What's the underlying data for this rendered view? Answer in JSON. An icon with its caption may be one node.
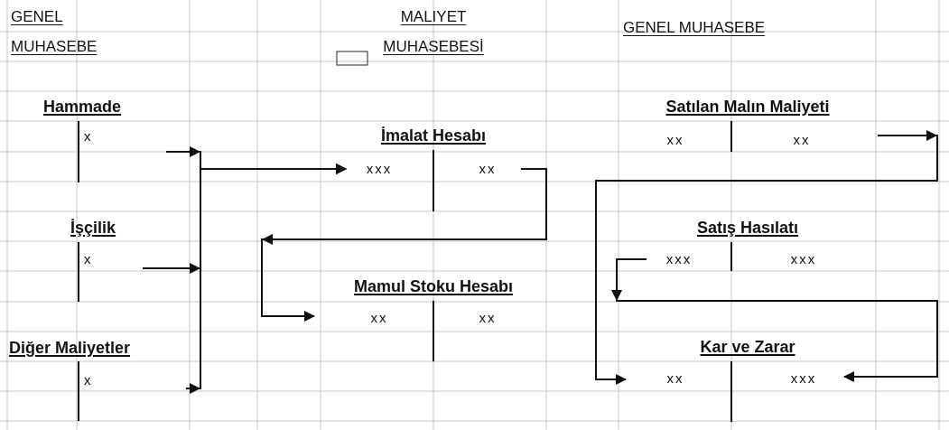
{
  "diagram": {
    "nodes": [
      {
        "text": [
          "Hammade",
          "x"
        ]
      },
      {
        "text": [
          "İşçilik",
          "x"
        ]
      },
      {
        "text": [
          "Diğer Maliyetler",
          "x"
        ]
      },
      {
        "text": [
          "İmalat Hesabı",
          "xxx",
          "xx"
        ]
      },
      {
        "text": [
          "Mamul Stoku Hesabı",
          "xx",
          "xx"
        ]
      },
      {
        "text": [
          "Satılan Malın Maliyeti",
          "xx",
          "xx"
        ]
      },
      {
        "text": [
          "Satış Hasılatı",
          "xxx",
          "xxx"
        ]
      },
      {
        "text": [
          "Kar ve Zarar",
          "xx",
          "xxx"
        ]
      }
    ],
    "edges": [
      {
        "from": 0,
        "to": 3,
        "arrow": "to"
      },
      {
        "from": 1,
        "to": 3,
        "arrow": "to"
      },
      {
        "from": 2,
        "to": 3,
        "arrow": "to"
      },
      {
        "from": 3,
        "to": 4,
        "arrow": "to"
      },
      {
        "from": 5,
        "to": 7,
        "arrow": "to"
      },
      {
        "from": 6,
        "to": 7,
        "arrow": "to"
      }
    ],
    "labels": [
      "GENEL MUHASEBE",
      "MALIYET MUHASEBESİ",
      "GENEL MUHASEBE"
    ]
  }
}
